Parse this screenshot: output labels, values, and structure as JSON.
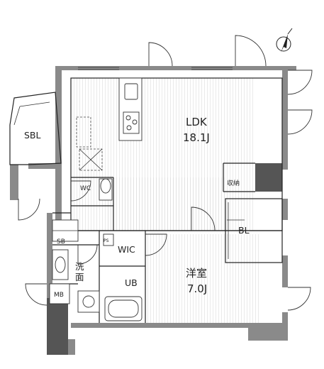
{
  "floorplan": {
    "rooms": {
      "ldk_name": "LDK",
      "ldk_area": "18.1J",
      "bedroom_name": "洋室",
      "bedroom_area": "7.0J",
      "sbl": "SBL",
      "storage": "収納",
      "bl": "BL",
      "wc": "WC",
      "wic": "WIC",
      "sb": "SB",
      "pd": "PS",
      "wash_line1": "洗",
      "wash_line2": "面",
      "ub": "UB",
      "mb": "MB"
    },
    "colors": {
      "wall": "#8a8a8a",
      "wall_dark": "#555555",
      "floor_hatch": "#b7b7b7",
      "line": "#222222"
    },
    "icons": [
      "compass-north-icon"
    ]
  }
}
